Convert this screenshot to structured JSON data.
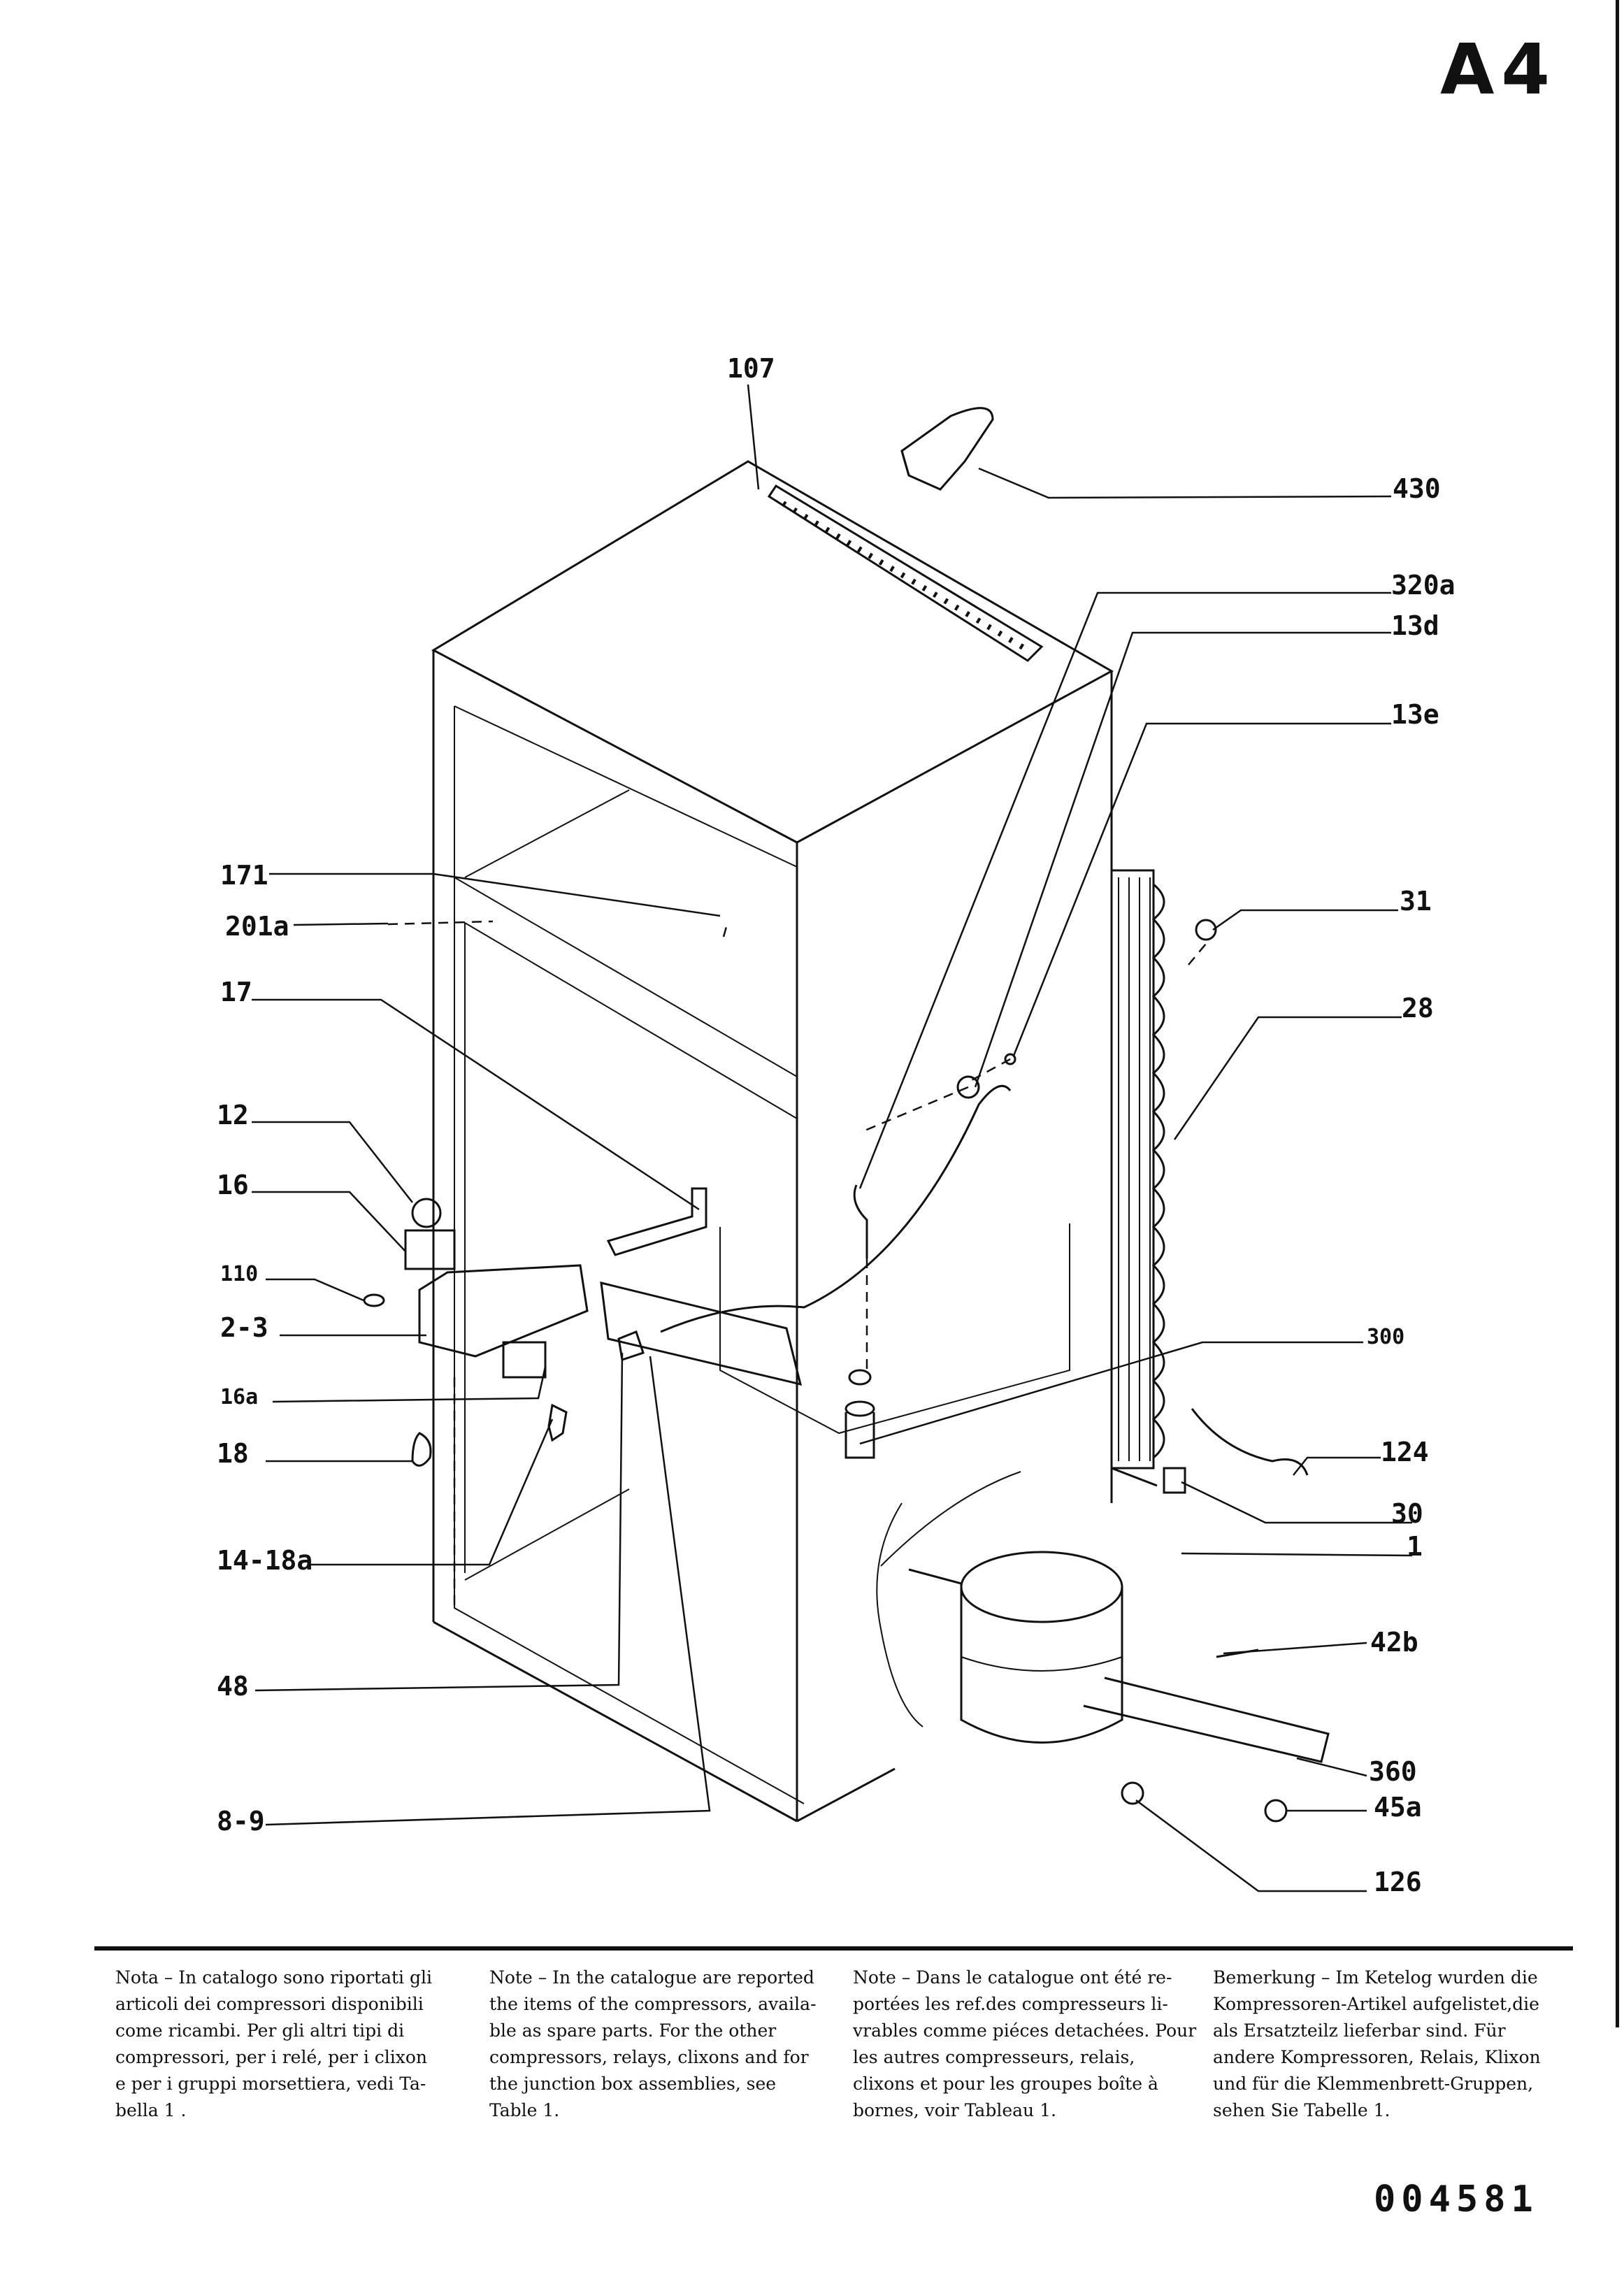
{
  "page_code": "A4",
  "document_number": "004581",
  "part_labels": {
    "p107": "107",
    "p430": "430",
    "p320a": "320a",
    "p13d": "13d",
    "p13e": "13e",
    "p171": "171",
    "p201a": "201a",
    "p31": "31",
    "p17": "17",
    "p28": "28",
    "p12": "12",
    "p16": "16",
    "p110": "110",
    "p2_3": "2-3",
    "p300": "300",
    "p16a": "16a",
    "p18": "18",
    "p124": "124",
    "p30": "30",
    "p1": "1",
    "p14_18a": "14-18a",
    "p42b": "42b",
    "p48": "48",
    "p360": "360",
    "p45a": "45a",
    "p8_9": "8-9",
    "p126": "126"
  },
  "notes": {
    "italian": "Nota – In catalogo sono riportati gli\narticoli dei compressori disponibili\ncome ricambi. Per gli altri tipi di\ncompressori, per i relé, per i clixon\ne per i gruppi morsettiera, vedi Ta-\nbella 1 .",
    "english": "Note – In the catalogue are reported\nthe items of the compressors, availa-\nble as spare parts. For the other\ncompressors, relays, clixons and for\nthe junction box assemblies, see\nTable  1.",
    "french": "Note – Dans le catalogue ont été re-\nportées les ref.des compresseurs li-\nvrables comme piéces detachées. Pour\nles autres compresseurs, relais,\nclixons et pour les groupes boîte à\nbornes, voir Tableau 1.",
    "german": "Bemerkung – Im Ketelog wurden die\nKompressoren-Artikel aufgelistet,die\nals Ersatzteilz lieferbar sind. Für\nandere Kompressoren, Relais, Klixon\nund für die Klemmenbrett-Gruppen,\nsehen Sie Tabelle 1."
  }
}
